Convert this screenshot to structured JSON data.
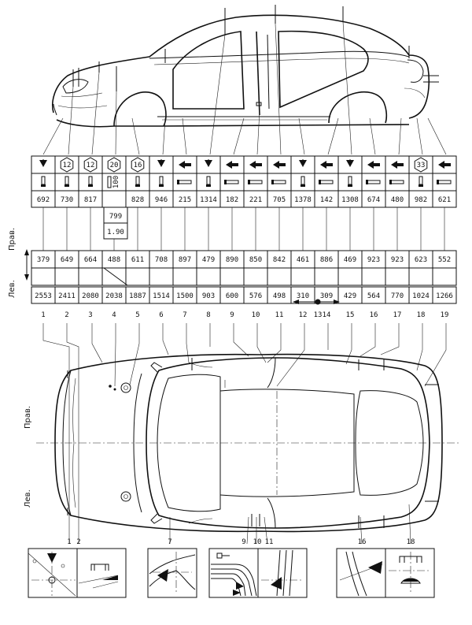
{
  "table": {
    "heights": [
      "692",
      "730",
      "817",
      "",
      "828",
      "946",
      "215",
      "1314",
      "182",
      "221",
      "705",
      "1378",
      "142",
      "1308",
      "674",
      "480",
      "982",
      "621"
    ],
    "icons": [
      "arrow-down",
      "hexagon",
      "hexagon",
      "hexagon",
      "hexagon",
      "arrow-down",
      "arrow-left",
      "arrow-down",
      "arrow-left",
      "arrow-left",
      "arrow-left",
      "arrow-down",
      "arrow-left",
      "arrow-down",
      "arrow-left",
      "arrow-left",
      "hexagon",
      "arrow-left"
    ],
    "hex_labels": [
      "",
      "12",
      "12",
      "20",
      "16",
      "",
      "",
      "",
      "",
      "",
      "",
      "",
      "",
      "",
      "",
      "",
      "33",
      ""
    ],
    "bolt_label": "100",
    "extra_values": [
      "799",
      "1.90"
    ],
    "right_side": [
      "379",
      "649",
      "664",
      "488",
      "611",
      "708",
      "897",
      "479",
      "890",
      "850",
      "842",
      "461",
      "886",
      "469",
      "923",
      "923",
      "623",
      "552"
    ],
    "left_side": [
      "2553",
      "2411",
      "2080",
      "2038",
      "1887",
      "1514",
      "1500",
      "903",
      "600",
      "576",
      "498",
      "310",
      "309",
      "429",
      "564",
      "770",
      "1024",
      "1266"
    ],
    "point_numbers": [
      "1",
      "2",
      "3",
      "4",
      "5",
      "6",
      "7",
      "8",
      "9",
      "10",
      "11",
      "12",
      "13",
      "14",
      "15",
      "16",
      "17",
      "18",
      "19"
    ]
  },
  "labels": {
    "right_table": "Прав.",
    "left_table": "Лев.",
    "right_plan": "Прав.",
    "left_plan": "Лев."
  },
  "details": {
    "labels": [
      "1",
      "2",
      "7",
      "9",
      "10",
      "11",
      "16",
      "18"
    ]
  }
}
